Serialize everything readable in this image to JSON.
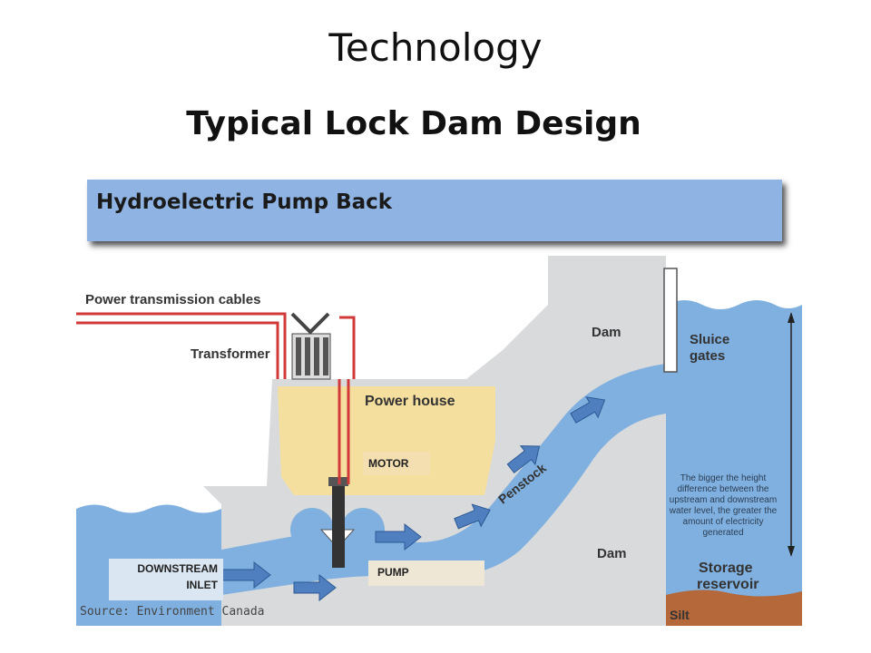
{
  "slide": {
    "title": "Technology",
    "subtitle": "Typical Lock Dam Design"
  },
  "diagram": {
    "banner": "Hydroelectric Pump Back",
    "labels": {
      "power_cables": "Power transmission cables",
      "transformer": "Transformer",
      "power_house": "Power house",
      "dam_upper": "Dam",
      "dam_lower": "Dam",
      "sluice_gates_1": "Sluice",
      "sluice_gates_2": "gates",
      "penstock": "Penstock",
      "storage_1": "Storage",
      "storage_2": "reservoir",
      "silt": "Silt",
      "source": "Source: Environment Canada"
    },
    "height_note": "The bigger the height difference between the upstream and downstream water level, the greater the amount of electricity generated",
    "callouts": {
      "motor": "MOTOR",
      "pump": "PUMP",
      "downstream_1": "DOWNSTREAM",
      "downstream_2": "INLET"
    },
    "colors": {
      "water": "#7fb0df",
      "dam": "#d9dadb",
      "power_house": "#f5df9e",
      "cables": "#d23a3a",
      "banner": "#8fb4e3",
      "arrow": "#4f7fbf",
      "silt": "#b5683a"
    }
  }
}
